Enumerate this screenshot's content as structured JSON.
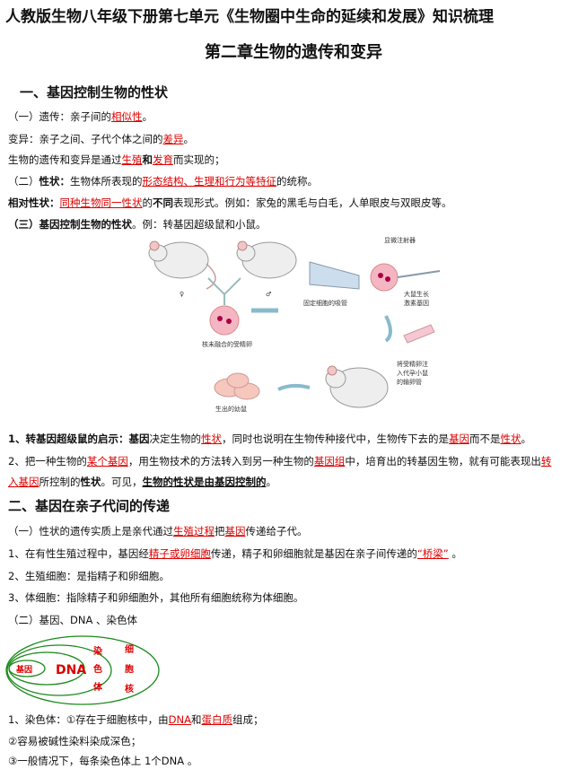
{
  "title": "人教版生物八年级下册第七单元《生物圈中生命的延续和发展》知识梳理",
  "chapter": "第二章生物的遗传和变异",
  "s1": {
    "heading": "一、基因控制生物的性状",
    "l1": {
      "a": "（一）遗传：亲子间的",
      "b": "相似性",
      "c": "。"
    },
    "l2": {
      "a": "变异：亲子之间、子代个体之间的",
      "b": "差异",
      "c": "。"
    },
    "l3": {
      "a": "生物的遗传和变异是通过",
      "b": "生殖",
      "c": "和",
      "d": "发育",
      "e": "而实现的；"
    },
    "l4": {
      "a": "（二）",
      "b": "性状：",
      "c": "生物体所表现的",
      "d": "形态结构、生理和行为等特征",
      "e": "的统称。"
    },
    "l5": {
      "a": "相对性状：",
      "b": "同种生物同一性状",
      "c": "的",
      "d": "不同",
      "e": "表现形式。例如：家兔的黑毛与白毛，人单眼皮与双眼皮等。"
    },
    "l6": {
      "a": "（三）基因控制生物的性状",
      "b": "。例：转基因超级鼠和小鼠。"
    }
  },
  "figure": {
    "female": "♀",
    "male": "♂",
    "egg": "核未融合的受精卵",
    "injector": "显微注射器",
    "holder": "固定细胞的吸管",
    "gene": [
      "大鼠生长",
      "激素基因"
    ],
    "implant": [
      "将受精卵注",
      "入代孕小鼠",
      "的输卵管"
    ],
    "pups": "生出的幼鼠"
  },
  "points": {
    "p1": {
      "a": "1、转基因超级鼠的启示：",
      "b": "基因",
      "c": "决定生物的",
      "d": "性状",
      "e": "，同时也说明在生物传种接代中，生物传下去的是",
      "f": "基因",
      "g": "而不是",
      "h": "性状",
      "i": "。"
    },
    "p2": {
      "a": "2、把一种生物的",
      "b": "某个基因",
      "c": "，用生物技术的方法转入到另一种生物的",
      "d": "基因组",
      "e": "中，培育出的转基因生物，就有可能表现出",
      "f": "转"
    },
    "p2b": {
      "a": "入基因",
      "b": "所控制的",
      "c": "性状",
      "d": "。可见，",
      "e": "生物的性状是由基因控制的",
      "f": "。"
    }
  },
  "s2": {
    "heading": "二、基因在亲子代间的传递",
    "l1": {
      "a": "（一）性状的遗传实质上是亲代通过",
      "b": "生殖过程",
      "c": "把",
      "d": "基因",
      "e": "传递给子代。"
    },
    "l2": {
      "a": "1、在有性生殖过程中，基因经",
      "b": "精子或卵细胞",
      "c": "传递，精子和卵细胞就是基因在亲子间传递的",
      "d": "“桥梁”",
      "e": " 。"
    },
    "l3": "2、生殖细胞：是指精子和卵细胞。",
    "l4": "3、体细胞：指除精子和卵细胞外，其他所有细胞统称为体细胞。",
    "l5": "（二）基因、DNA 、染色体"
  },
  "venn": {
    "gene": "基因",
    "dna": "DNA",
    "chrom": [
      "染",
      "色",
      "体"
    ],
    "nucleus": [
      "细",
      "胞",
      "核"
    ]
  },
  "s3": {
    "l1": {
      "a": "1、染色体：①存在于细胞核中，由",
      "b": "DNA",
      "c": "和",
      "d": "蛋白质",
      "e": "组成；"
    },
    "l2": "②容易被碱性染料染成深色；",
    "l3": "③一般情况下，每条染色体上 1个DNA 。"
  },
  "colors": {
    "accent": "#d00000",
    "venn": "#1a8a1a",
    "text": "#111111"
  }
}
